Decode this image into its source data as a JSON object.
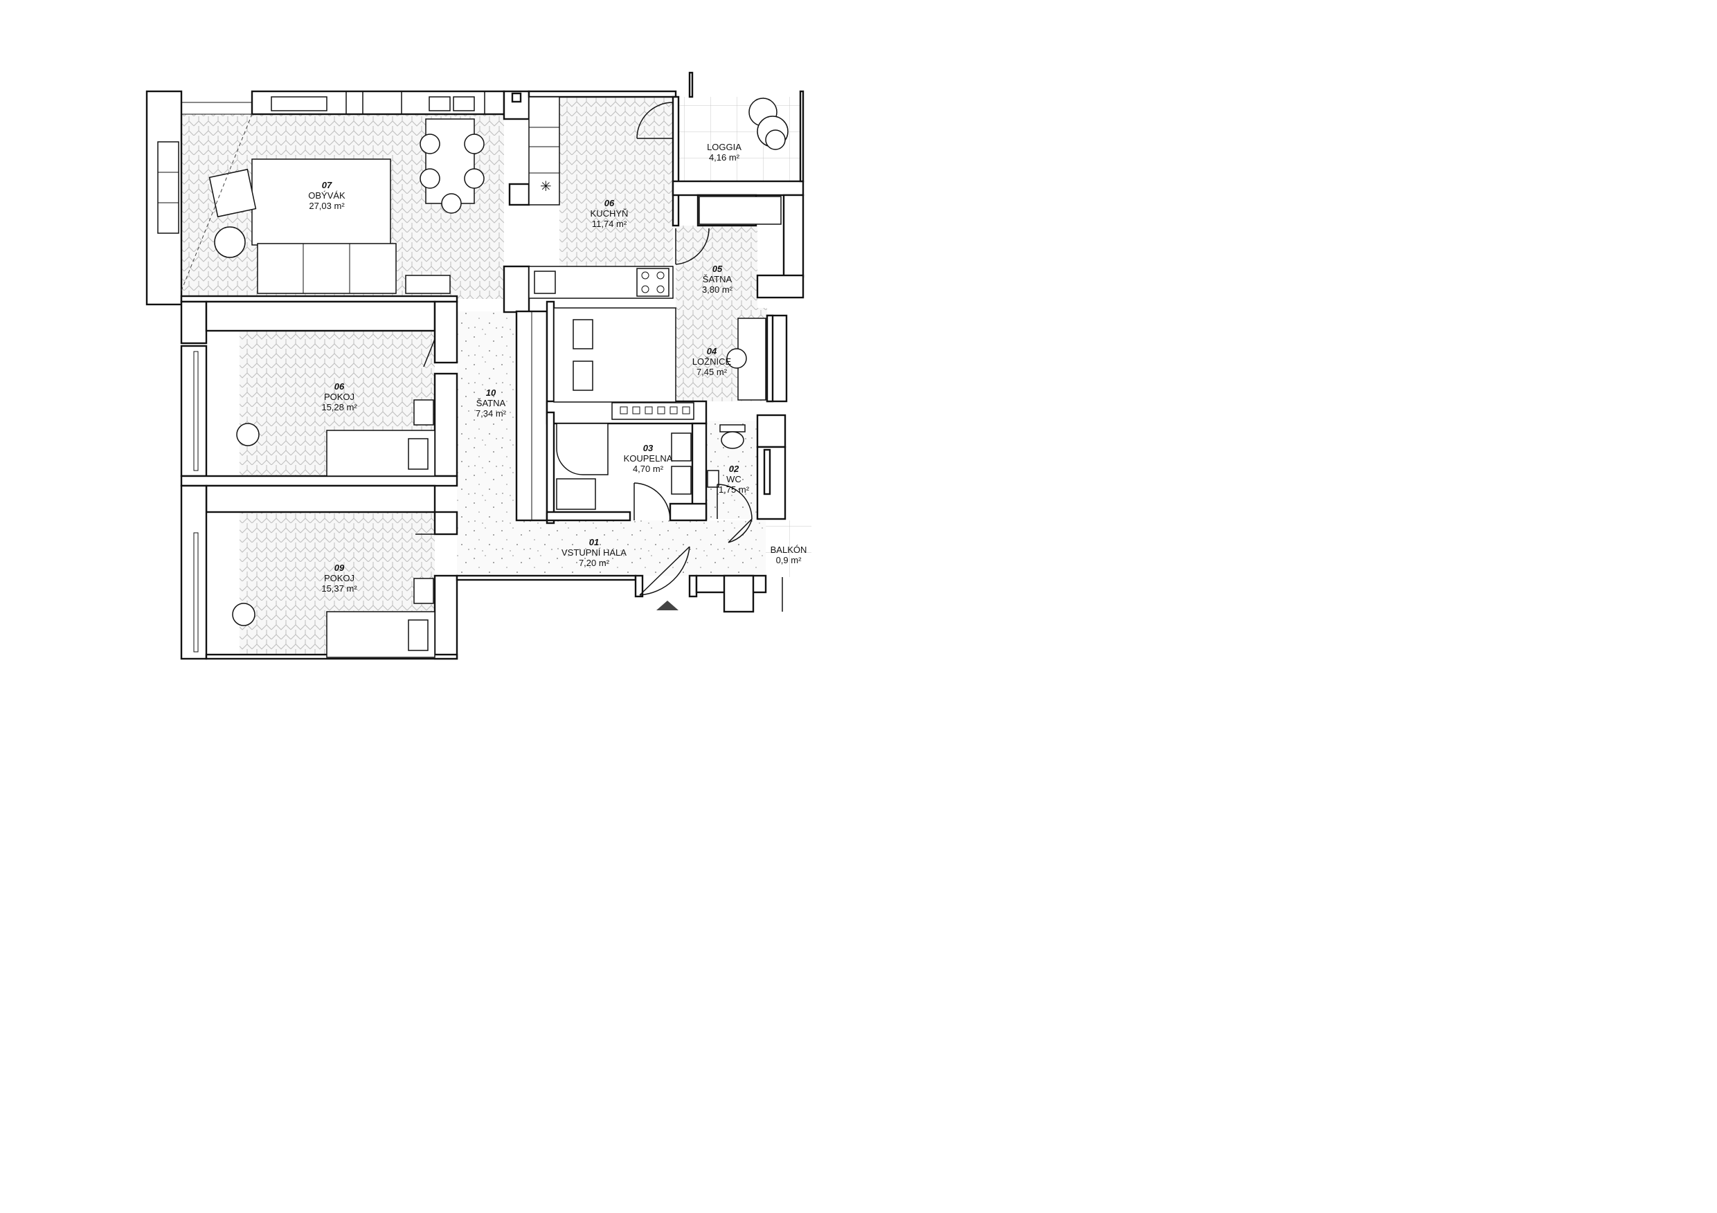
{
  "rooms": [
    {
      "id": "loznice",
      "number": "04",
      "name": "LOŽNICE",
      "area": "7,45 m²"
    },
    {
      "id": "koupelna",
      "number": "03",
      "name": "KOUPELNA",
      "area": "4,70 m²"
    },
    {
      "id": "wc",
      "number": "02",
      "name": "WC",
      "area": "1,75 m²"
    },
    {
      "id": "vstupni-hala",
      "number": "01",
      "name": "VSTUPNÍ HALA",
      "area": "7,20 m²"
    },
    {
      "id": "satna-10",
      "number": "10",
      "name": "ŠATNA",
      "area": "7,34 m²"
    },
    {
      "id": "pokoj-06",
      "number": "06",
      "name": "POKOJ",
      "area": "15,28 m²"
    },
    {
      "id": "pokoj-09",
      "number": "09",
      "name": "POKOJ",
      "area": "15,37 m²"
    },
    {
      "id": "obyvak",
      "number": "07",
      "name": "OBÝVÁK",
      "area": "27,03 m²"
    },
    {
      "id": "kuchyn",
      "number": "06",
      "name": "KUCHYŇ",
      "area": "11,74 m²"
    },
    {
      "id": "satna-05",
      "number": "05",
      "name": "ŠATNA",
      "area": "3,80 m²"
    },
    {
      "id": "loggia",
      "number": "",
      "name": "LOGGIA",
      "area": "4,16 m²"
    },
    {
      "id": "balkon",
      "number": "",
      "name": "BALKÓN",
      "area": "0,9 m²"
    }
  ],
  "icons": {
    "entrance": "entrance-arrow-icon",
    "hob": "asterisk-icon"
  }
}
